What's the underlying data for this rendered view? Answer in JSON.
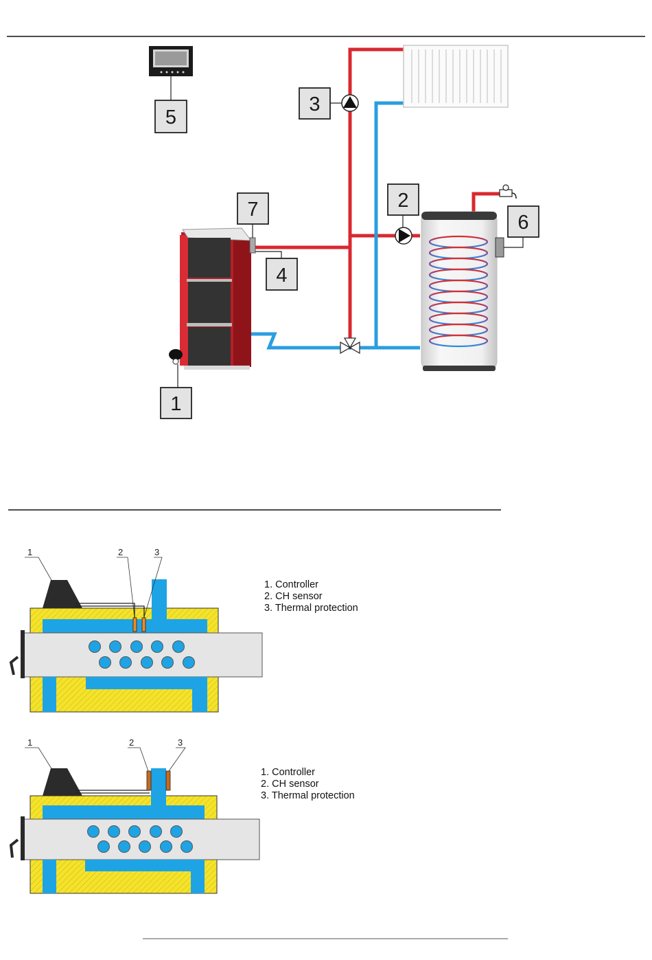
{
  "schematic": {
    "callouts": [
      {
        "id": "1",
        "label": "1"
      },
      {
        "id": "2",
        "label": "2"
      },
      {
        "id": "3",
        "label": "3"
      },
      {
        "id": "4",
        "label": "4"
      },
      {
        "id": "5",
        "label": "5"
      },
      {
        "id": "6",
        "label": "6"
      },
      {
        "id": "7",
        "label": "7"
      }
    ],
    "colors": {
      "supply": "#d9282f",
      "return": "#2a9ee0",
      "boiler_body": "#c8232b",
      "boiler_door": "#333333",
      "callout_fill": "#e3e3e3"
    }
  },
  "section_a": {
    "markers": [
      "1",
      "2",
      "3"
    ],
    "legend": [
      "1. Controller",
      "2. CH sensor",
      "3. Thermal protection"
    ]
  },
  "section_b": {
    "markers": [
      "1",
      "2",
      "3"
    ],
    "legend": [
      "1. Controller",
      "2. CH sensor",
      "3. Thermal protection"
    ]
  },
  "icons": {
    "radiator": "radiator-icon",
    "tank": "hot-water-tank-icon",
    "pump": "circulation-pump-icon",
    "valve": "three-way-valve-icon",
    "tap": "water-tap-icon",
    "controller": "controller-device-icon",
    "boiler": "boiler-icon"
  }
}
